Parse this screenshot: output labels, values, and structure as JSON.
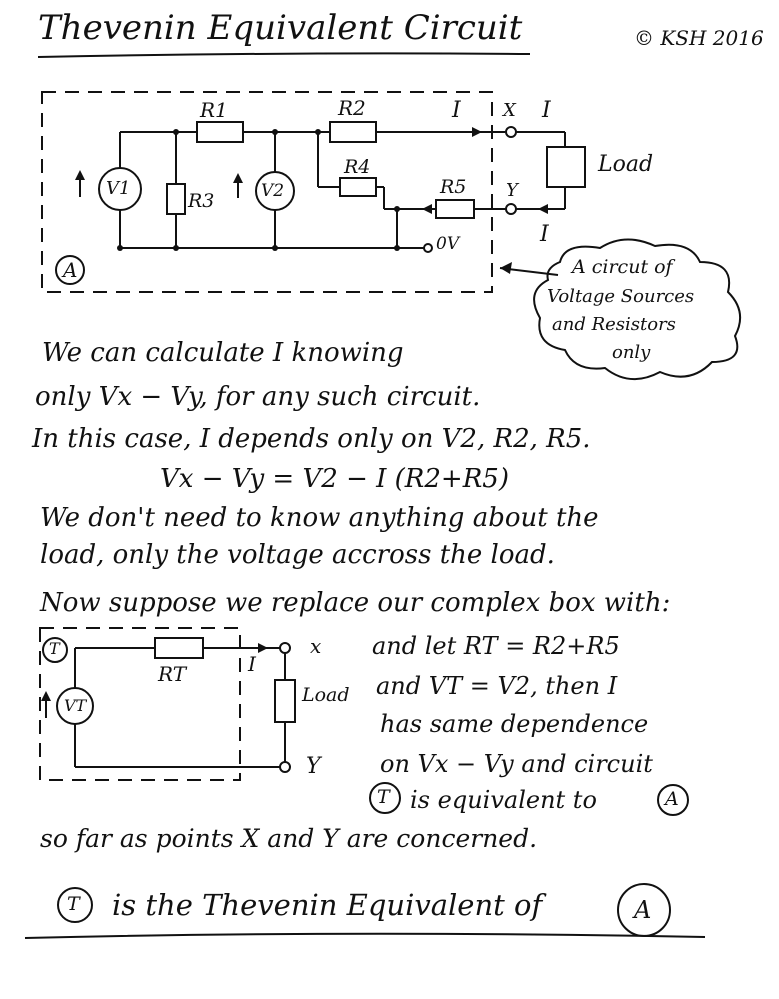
{
  "title": "Thevenin Equivalent Circuit",
  "copyright": "© KSH 2016",
  "circuit_a": {
    "label": "A",
    "components": {
      "r1": "R1",
      "r2": "R2",
      "r3": "R3",
      "r4": "R4",
      "r5": "R5",
      "v1": "V1",
      "v2": "V2",
      "load": "Load"
    },
    "nodes": {
      "x": "X",
      "y": "Y",
      "ground": "0V"
    },
    "current": "I",
    "callout": [
      "A circut of",
      "Voltage Sources",
      "and  Resistors",
      "only"
    ]
  },
  "text_block_1": [
    "We can calculate I knowing",
    "only  Vx − Vy, for any such  circuit.",
    "In this case, I depends only on V2, R2, R5.",
    "Vx − Vy  =  V2 − I (R2+R5)",
    "We don't need to know anything about the",
    "load, only the voltage accross the load.",
    "Now suppose we replace our complex box with:"
  ],
  "circuit_t": {
    "label": "T",
    "components": {
      "rt": "RT",
      "vt": "VT",
      "load": "Load"
    },
    "nodes": {
      "x": "x",
      "y": "Y"
    },
    "current": "I"
  },
  "text_block_2": [
    "and let  RT = R2+R5",
    "and  VT = V2, then I",
    "has same dependence",
    "on  Vx − Vy  and circuit",
    "is equivalent to"
  ],
  "text_block_2_labels": {
    "t": "T",
    "a": "A"
  },
  "text_block_3": "so far as  points  X and Y are  concerned.",
  "conclusion": {
    "t": "T",
    "text": "is the Thevenin Equivalent of",
    "a": "A"
  }
}
